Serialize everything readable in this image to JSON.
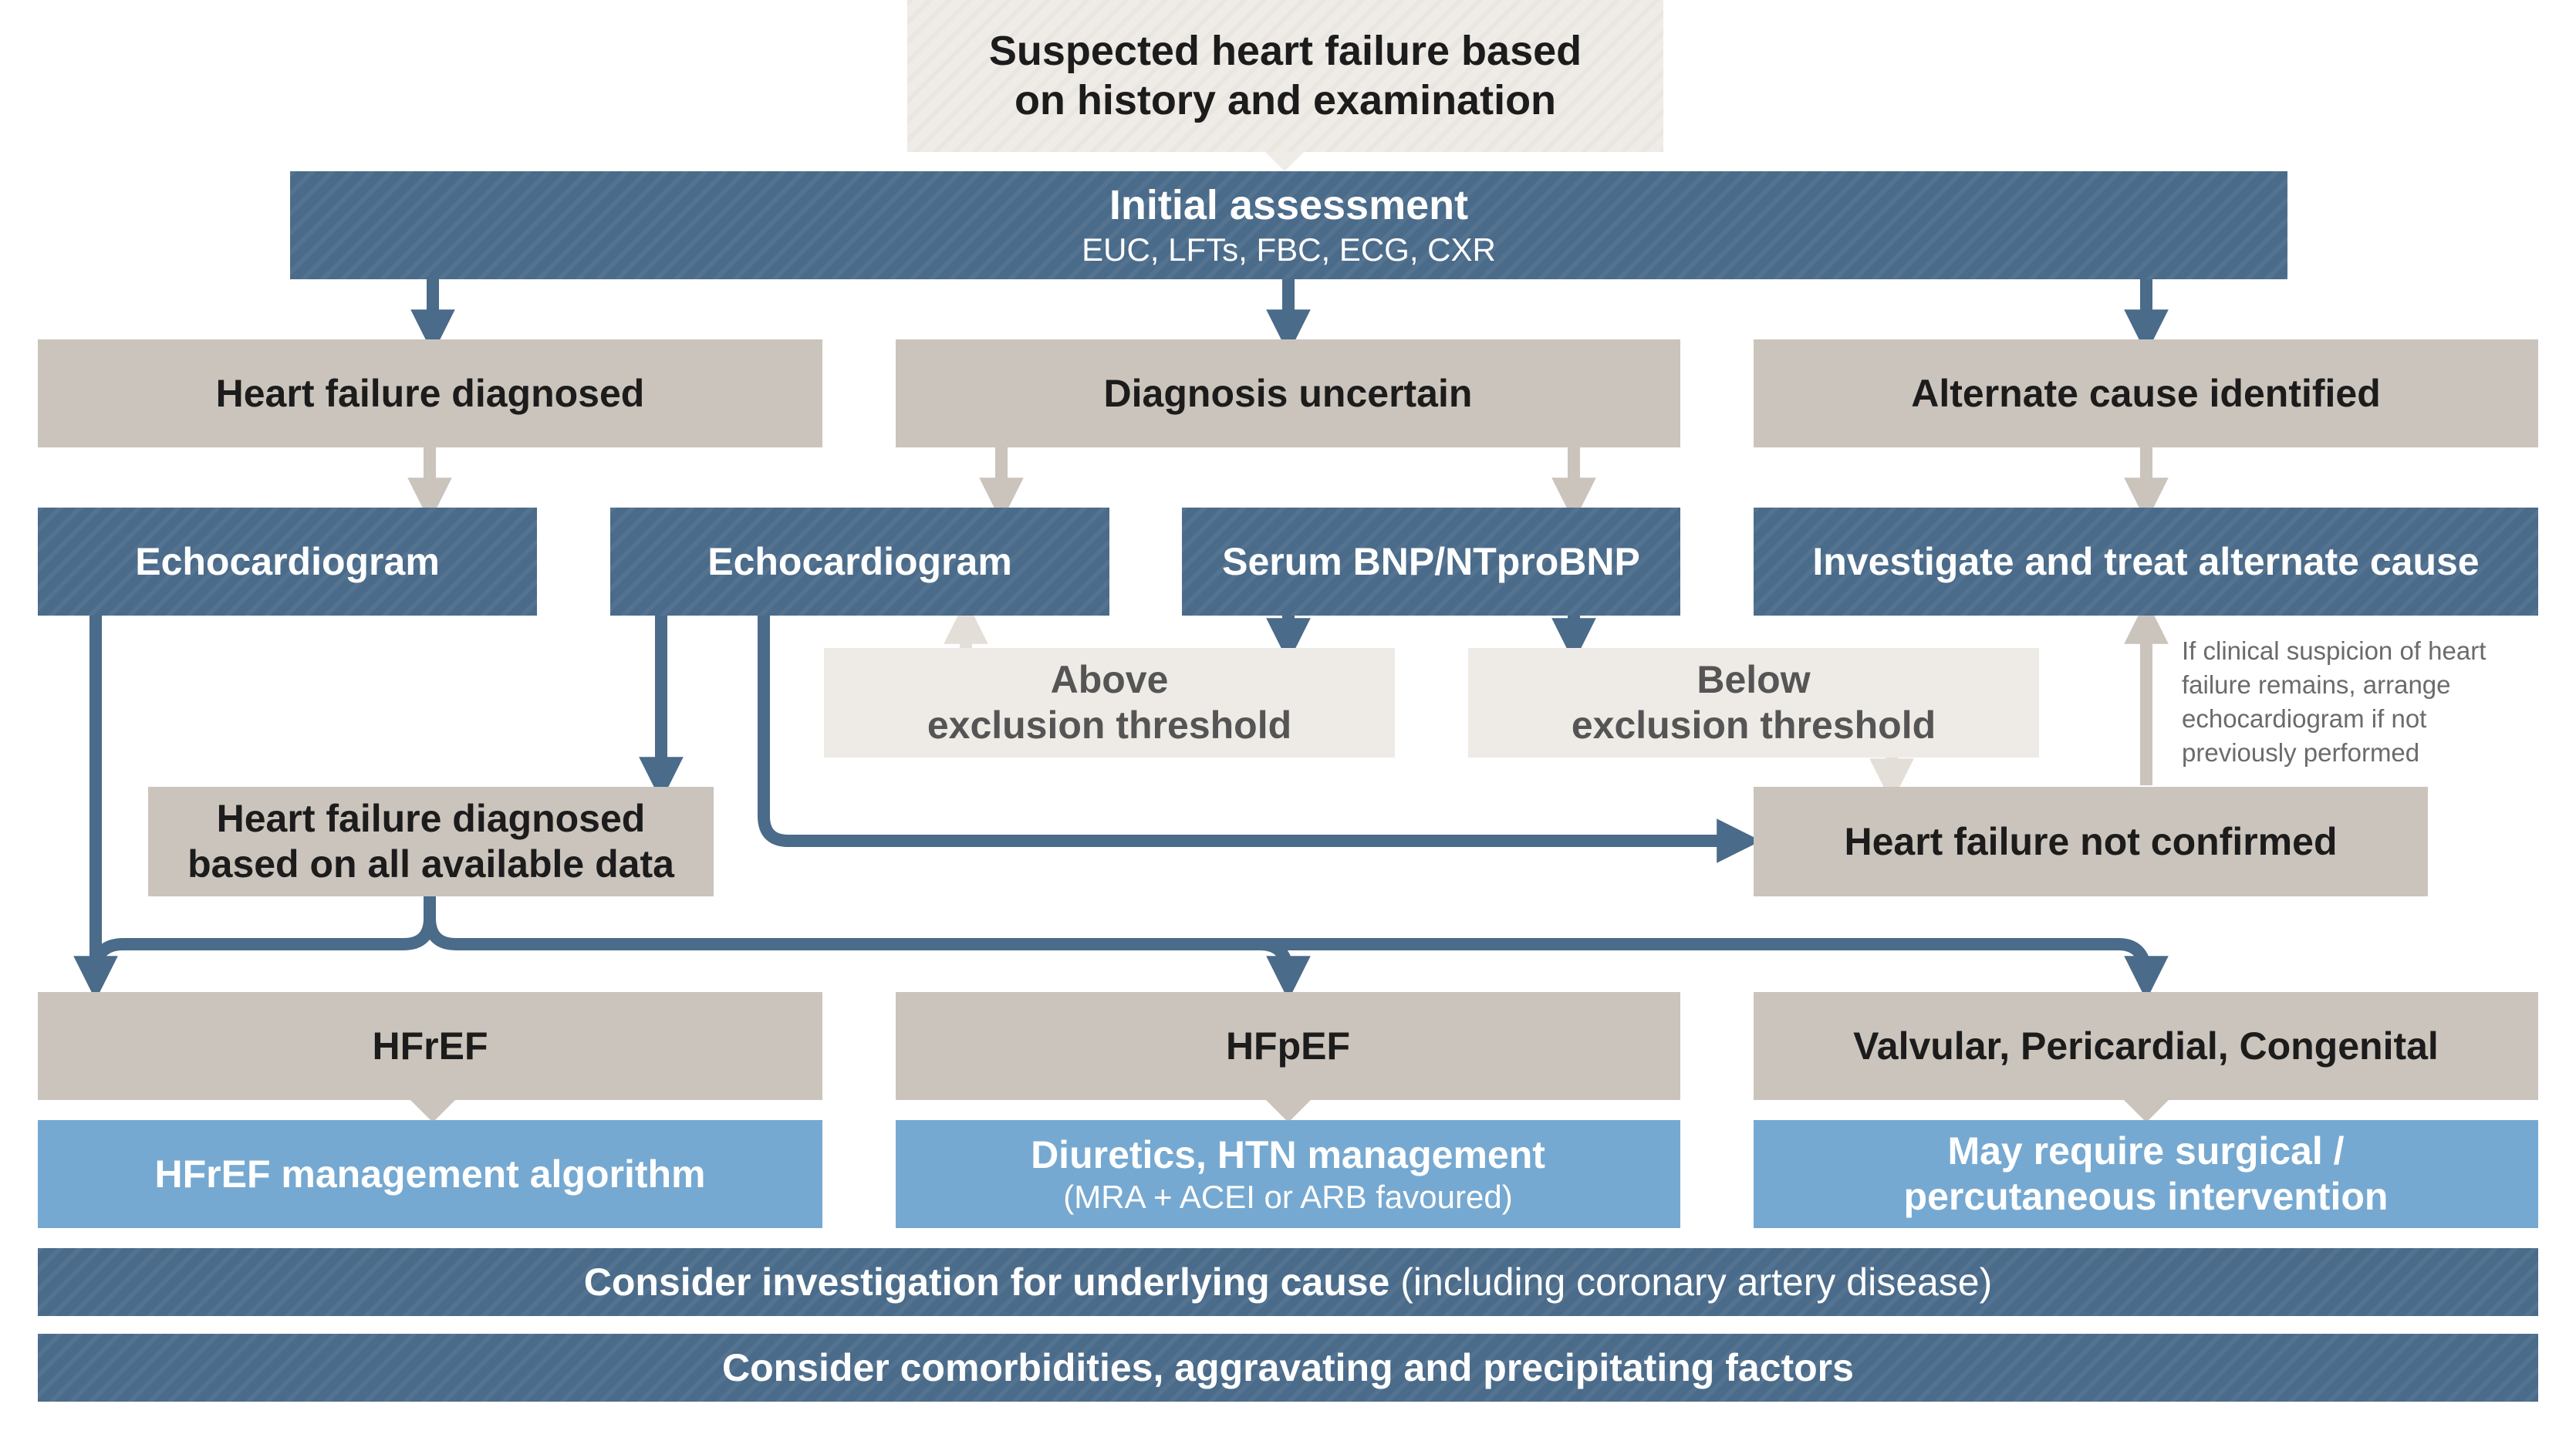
{
  "start": {
    "line1": "Suspected heart failure based",
    "line2": "on history and examination"
  },
  "initial_assessment": {
    "title": "Initial assessment",
    "subtitle": "EUC, LFTs, FBC, ECG, CXR"
  },
  "branches": {
    "diagnosed": "Heart failure diagnosed",
    "uncertain": "Diagnosis uncertain",
    "alternate": "Alternate cause identified"
  },
  "tests": {
    "echo_left": "Echocardiogram",
    "echo_mid": "Echocardiogram",
    "bnp": "Serum BNP/NTproBNP",
    "investigate": "Investigate and treat alternate cause"
  },
  "thresholds": {
    "above_line1": "Above",
    "above_line2": "exclusion threshold",
    "below_line1": "Below",
    "below_line2": "exclusion threshold"
  },
  "hf_all_data": {
    "line1": "Heart failure diagnosed",
    "line2": "based on all available data"
  },
  "hf_not_confirmed": "Heart failure not confirmed",
  "note": {
    "line1": "If clinical suspicion of heart",
    "line2": "failure remains, arrange",
    "line3": "echocardiogram if not",
    "line4": "previously performed"
  },
  "types": {
    "hfref": "HFrEF",
    "hfpef": "HFpEF",
    "valvular": "Valvular, Pericardial, Congenital"
  },
  "management": {
    "hfref": "HFrEF management algorithm",
    "hfpef_title": "Diuretics, HTN management",
    "hfpef_sub": "(MRA + ACEI or ARB favoured)",
    "valvular_line1": "May require surgical /",
    "valvular_line2": "percutaneous intervention"
  },
  "footer": {
    "investigation_bold": "Consider investigation for underlying cause",
    "investigation_normal": " (including coronary artery disease)",
    "comorbidities": "Consider comorbidities, aggravating and precipitating factors"
  },
  "colors": {
    "dark_blue": "#4a6b8a",
    "tan": "#cbc4bc",
    "pale": "#eeeae6",
    "light_blue": "#76a9d1",
    "connector_tan": "#cbc4bc"
  }
}
